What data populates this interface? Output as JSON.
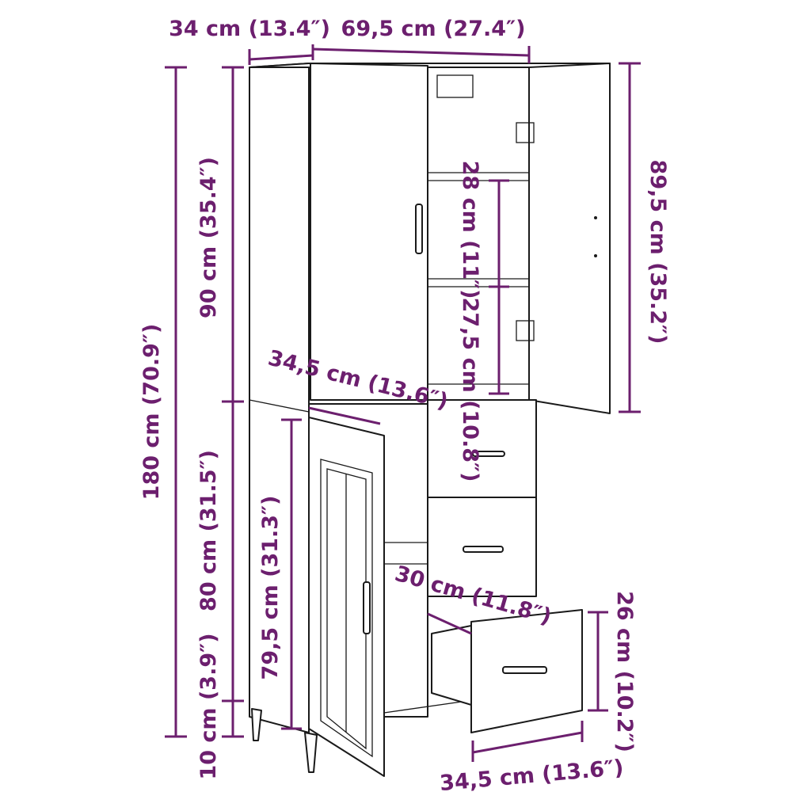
{
  "colors": {
    "dimension": "#6c1f6e",
    "outline": "#1a1a1a"
  },
  "dimensions": {
    "depth_top": "34 cm (13.4″)",
    "width_top": "69,5 cm (27.4″)",
    "total_height": "180 cm (70.9″)",
    "upper_height": "90 cm (35.4″)",
    "lower_height": "80 cm (31.5″)",
    "leg_height": "10 cm (3.9″)",
    "lower_door_height": "79,5 cm (31.3″)",
    "upper_door_height": "89,5 cm (35.2″)",
    "shelf_gap_upper": "28 cm (11″)",
    "shelf_gap_lower": "27,5 cm (10.8″)",
    "lower_door_width": "34,5 cm (13.6″)",
    "drawer_depth": "30 cm (11.8″)",
    "drawer_height": "26 cm (10.2″)",
    "drawer_width": "34,5 cm (13.6″)"
  }
}
